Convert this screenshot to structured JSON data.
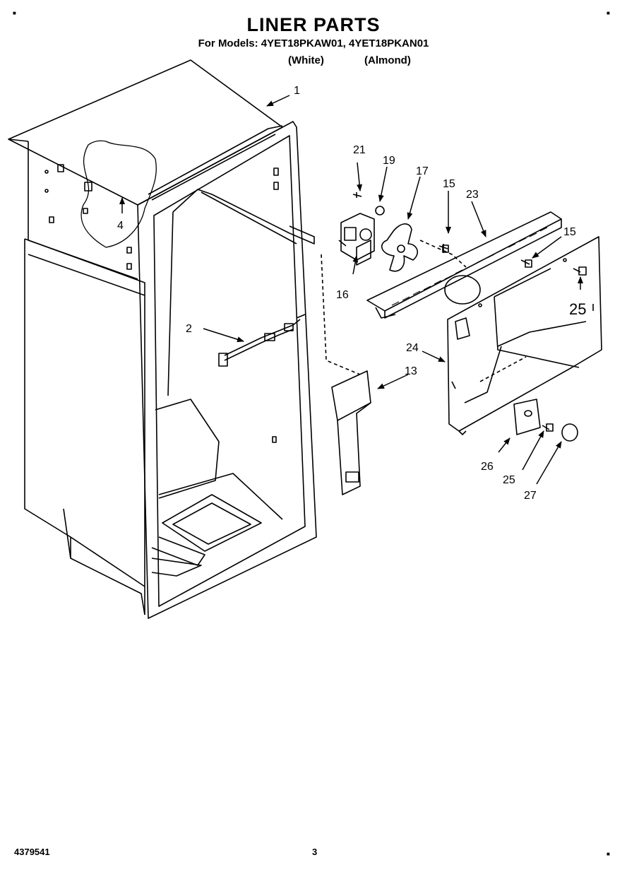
{
  "header": {
    "title": "LINER PARTS",
    "models": "For Models: 4YET18PKAW01, 4YET18PKAN01",
    "color_white": "(White)",
    "color_almond": "(Almond)"
  },
  "callouts": {
    "c1": "1",
    "c2": "2",
    "c4": "4",
    "c13": "13",
    "c15a": "15",
    "c15b": "15",
    "c16": "16",
    "c17": "17",
    "c19": "19",
    "c21": "21",
    "c23": "23",
    "c24": "24",
    "c25a": "25",
    "c25b": "25",
    "c26": "26",
    "c27": "27"
  },
  "footer": {
    "part_number": "4379541",
    "page_number": "3"
  }
}
